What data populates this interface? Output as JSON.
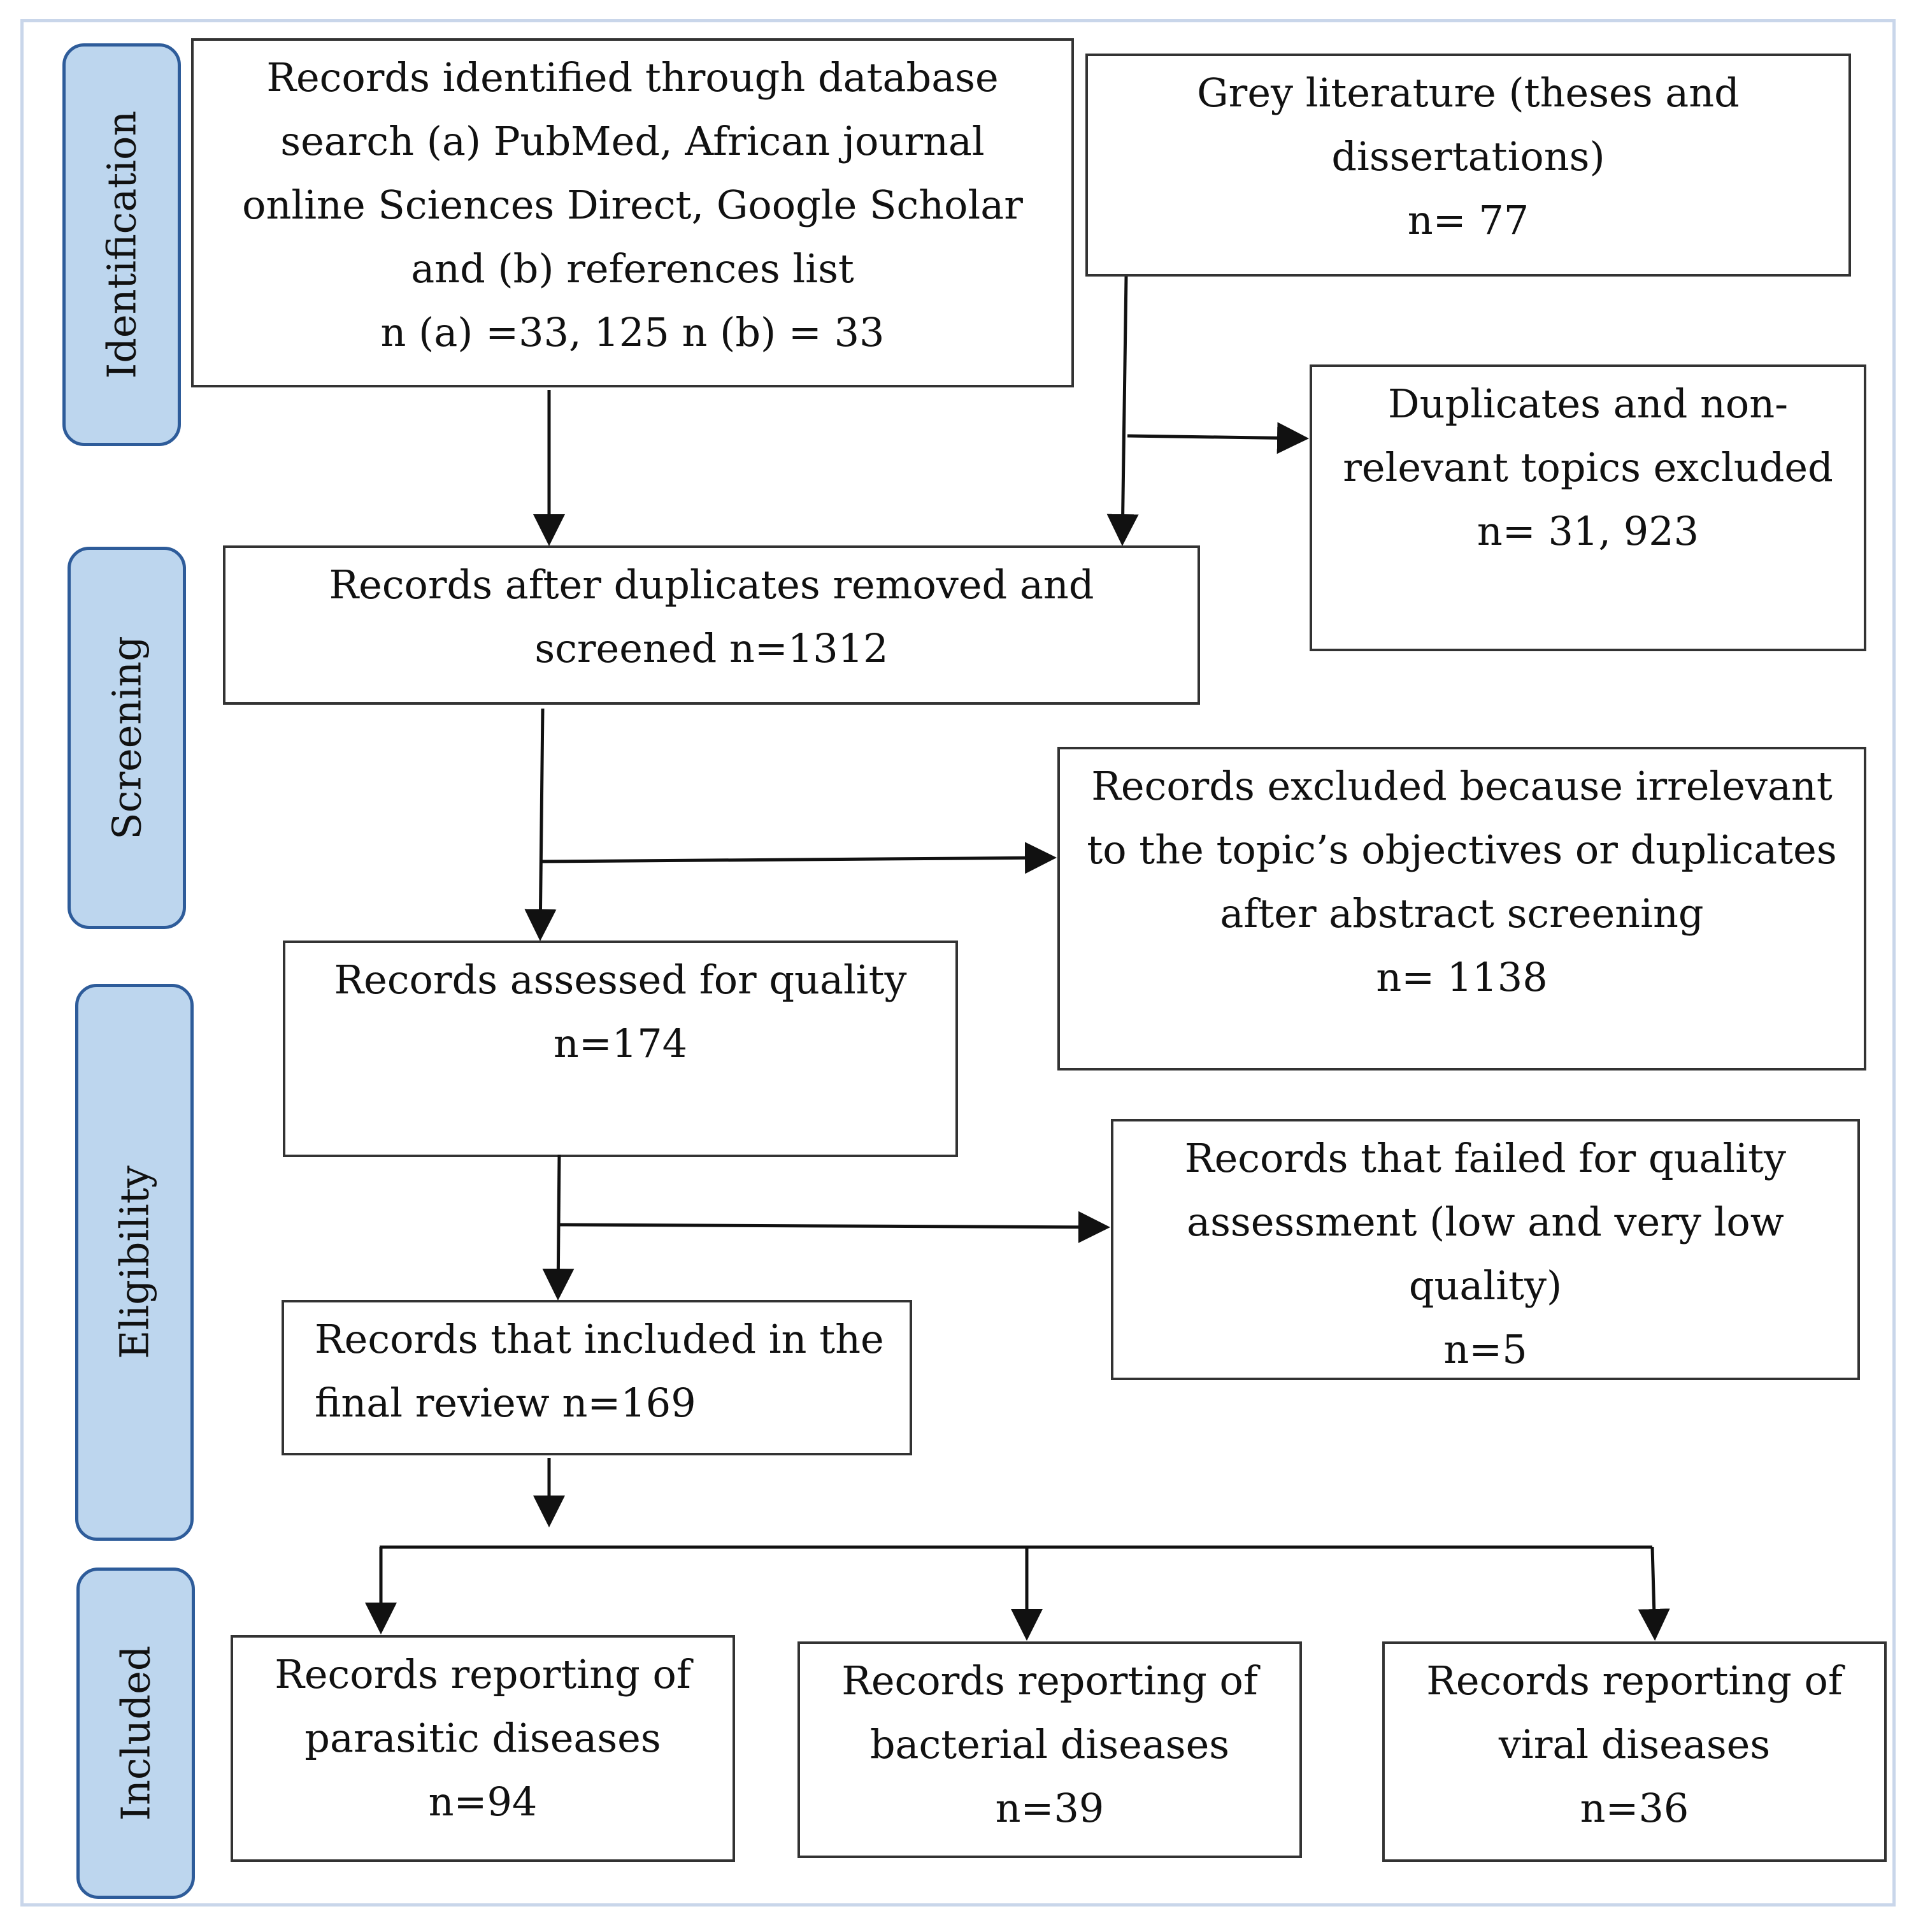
{
  "stages": {
    "identification": "Identification",
    "screening": "Screening",
    "eligibility": "Eligibility",
    "included": "Included"
  },
  "boxes": {
    "database_search": {
      "lines": [
        "Records identified through database",
        "search (a) PubMed, African journal",
        "online Sciences Direct, Google Scholar",
        "and (b) references list",
        "n (a) =33, 125 n (b) = 33"
      ]
    },
    "grey_literature": {
      "lines": [
        "Grey literature (theses and",
        "dissertations)",
        "n= 77"
      ]
    },
    "duplicates_excluded": {
      "lines": [
        "Duplicates and non-",
        "relevant topics excluded",
        "n= 31, 923"
      ]
    },
    "after_duplicates": {
      "lines": [
        "Records after duplicates removed and",
        "screened n=1312"
      ]
    },
    "abstract_excluded": {
      "lines": [
        "Records excluded because irrelevant",
        "to the topic’s objectives or duplicates",
        "after abstract screening",
        "n= 1138"
      ]
    },
    "assessed_quality": {
      "lines": [
        "Records assessed for quality",
        "n=174"
      ]
    },
    "failed_quality": {
      "lines": [
        "Records that failed for quality",
        "assessment (low and very low",
        "quality)",
        "n=5"
      ]
    },
    "final_review": {
      "lines": [
        "Records that included in the",
        "final review n=169"
      ]
    },
    "parasitic": {
      "lines": [
        "Records reporting of",
        "parasitic diseases",
        "n=94"
      ]
    },
    "bacterial": {
      "lines": [
        "Records reporting of",
        "bacterial diseases",
        "n=39"
      ]
    },
    "viral": {
      "lines": [
        "Records reporting of",
        "viral diseases",
        "n=36"
      ]
    }
  }
}
